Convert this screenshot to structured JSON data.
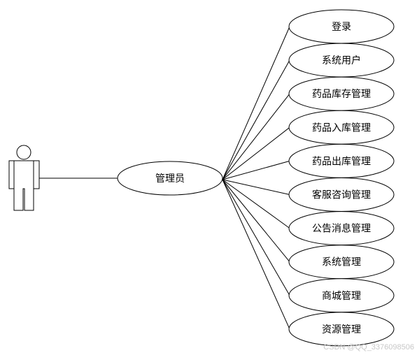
{
  "diagram": {
    "actor": {
      "label": ""
    },
    "center": {
      "label": "管理员"
    },
    "use_cases": [
      {
        "label": "登录"
      },
      {
        "label": "系统用户"
      },
      {
        "label": "药品库存管理"
      },
      {
        "label": "药品入库管理"
      },
      {
        "label": "药品出库管理"
      },
      {
        "label": "客服咨询管理"
      },
      {
        "label": "公告消息管理"
      },
      {
        "label": "系统管理"
      },
      {
        "label": "商城管理"
      },
      {
        "label": "资源管理"
      }
    ],
    "watermark": "CSDN @QQ_3376098506"
  }
}
